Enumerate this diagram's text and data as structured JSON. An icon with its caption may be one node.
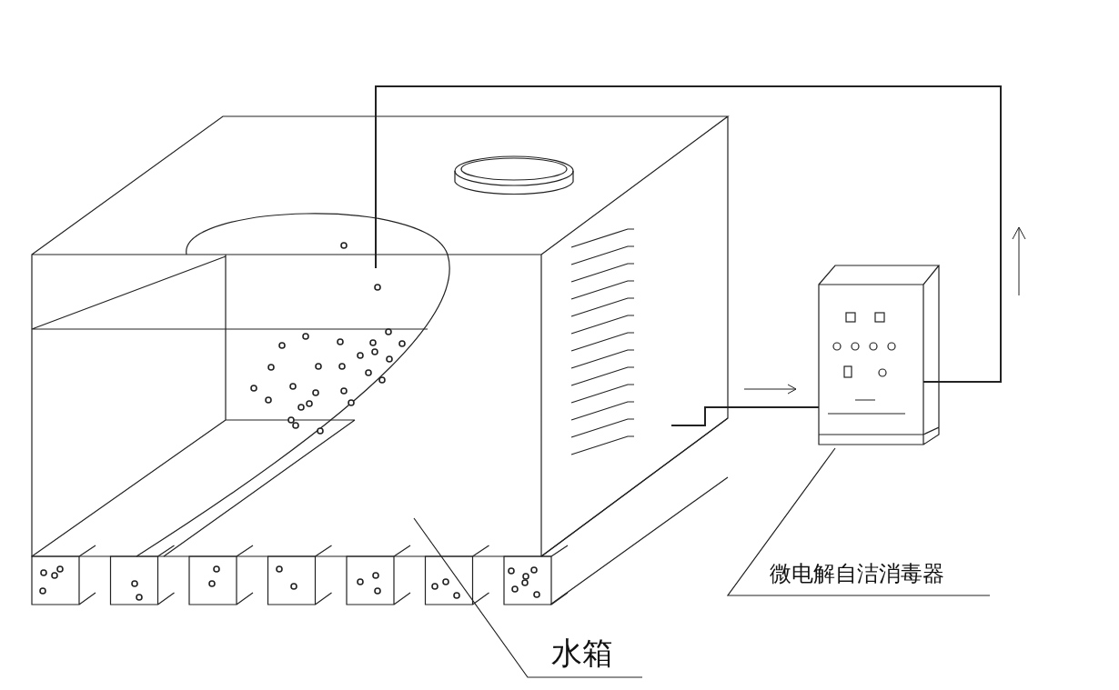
{
  "diagram": {
    "nodes": [
      {
        "text": [
          "水箱"
        ]
      },
      {
        "text": [],
        "shape": "picture"
      },
      {
        "text": [
          "微电解自洁消毒器"
        ]
      },
      {
        "text": [],
        "shape": "picture"
      }
    ],
    "edges": [
      {
        "from": 0,
        "to": 1,
        "arrow": "none"
      },
      {
        "from": 2,
        "to": 3,
        "arrow": "none"
      },
      {
        "from": 1,
        "to": 3,
        "arrow": "none"
      },
      {
        "from": 3,
        "to": 1,
        "arrow": "none"
      }
    ]
  }
}
